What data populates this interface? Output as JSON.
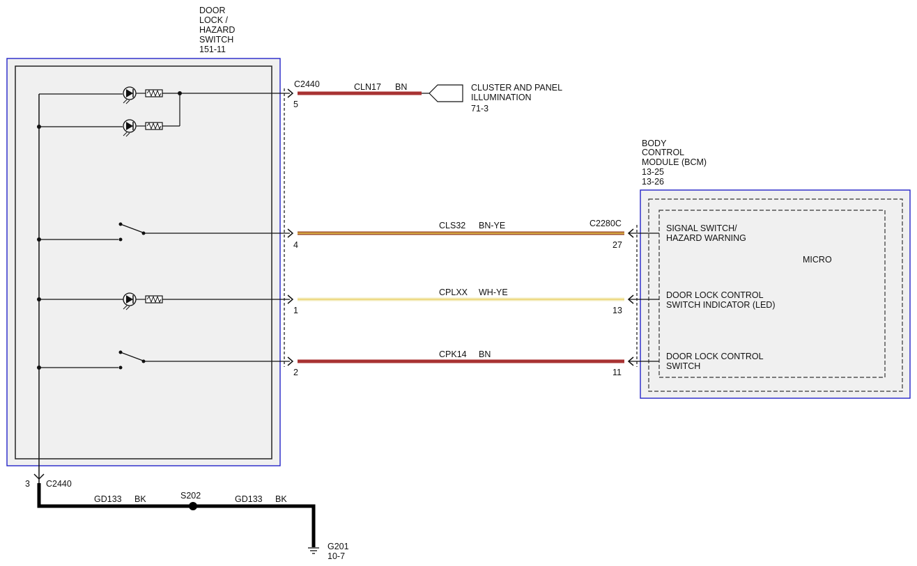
{
  "switch_module": {
    "title_lines": [
      "DOOR",
      "LOCK /",
      "HAZARD",
      "SWITCH",
      "151-11"
    ]
  },
  "cluster": {
    "label_lines": [
      "CLUSTER AND PANEL",
      "ILLUMINATION",
      "71-3"
    ]
  },
  "bcm": {
    "title_lines": [
      "BODY",
      "CONTROL",
      "MODULE (BCM)",
      "13-25",
      "13-26"
    ],
    "micro_label": "MICRO",
    "inputs": [
      {
        "lines": [
          "SIGNAL SWITCH/",
          "HAZARD WARNING"
        ]
      },
      {
        "lines": [
          "DOOR LOCK CONTROL",
          "SWITCH INDICATOR (LED)"
        ]
      },
      {
        "lines": [
          "DOOR LOCK CONTROL",
          "SWITCH"
        ]
      }
    ]
  },
  "connectors": {
    "switch_connector": "C2440",
    "bcm_connector": "C2280C",
    "ground_connector": "C2440"
  },
  "circuits": [
    {
      "id": "CLN17",
      "color_code": "BN",
      "from_pin": "5",
      "to_pin": "",
      "color": "#a83232"
    },
    {
      "id": "CLS32",
      "color_code": "BN-YE",
      "from_pin": "4",
      "to_pin": "27",
      "color": "#a0522d"
    },
    {
      "id": "CPLXX",
      "color_code": "WH-YE",
      "from_pin": "1",
      "to_pin": "13",
      "color": "#f3ecc0"
    },
    {
      "id": "CPK14",
      "color_code": "BN",
      "from_pin": "2",
      "to_pin": "11",
      "color": "#a83232"
    }
  ],
  "ground": {
    "pin": "3",
    "wire_a": {
      "id": "GD133",
      "color_code": "BK"
    },
    "wire_b": {
      "id": "GD133",
      "color_code": "BK"
    },
    "splice": "S202",
    "ground_point": "G201",
    "ground_ref": "10-7"
  },
  "colors": {
    "module_border": "#2323c8",
    "module_fill": "#f0f0f0",
    "ground_wire": "#000000",
    "stripe_yellow": "#e8c84a"
  }
}
